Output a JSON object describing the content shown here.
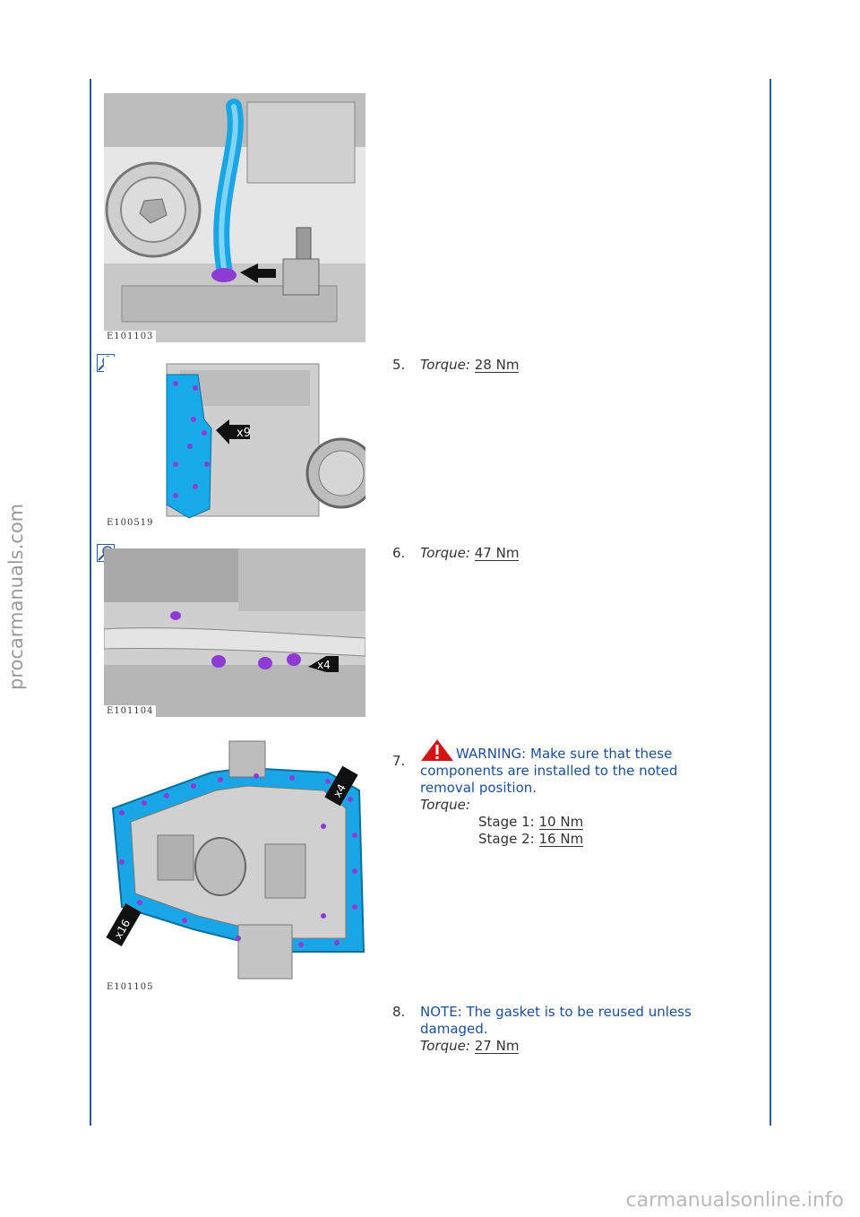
{
  "watermarks": {
    "side": "procarmanuals.com",
    "footer": "carmanualsonline.info"
  },
  "figures": [
    {
      "label": "E101103"
    },
    {
      "label": "E100519",
      "callout": "x9"
    },
    {
      "label": "E101104",
      "callout": "x4"
    },
    {
      "label": "E101105",
      "callouts": [
        "x4",
        "x16"
      ]
    }
  ],
  "icons": {
    "zoom": "zoom-in-icon",
    "warning": "warning-triangle-icon"
  },
  "colors": {
    "rule": "#2f5b9b",
    "note_text": "#1b4f9a",
    "warning_red": "#d41414"
  },
  "steps": [
    {
      "number": "5.",
      "torque_label": "Torque:",
      "torque_value": "28 Nm"
    },
    {
      "number": "6.",
      "torque_label": "Torque:",
      "torque_value": "47 Nm"
    },
    {
      "number": "7.",
      "warning": "WARNING: Make sure that these components are installed to the noted removal position.",
      "torque_label": "Torque:",
      "stages": [
        {
          "label": "Stage 1:",
          "value": "10 Nm"
        },
        {
          "label": "Stage 2:",
          "value": "16 Nm"
        }
      ]
    },
    {
      "number": "8.",
      "note": "NOTE: The gasket is to be reused unless damaged.",
      "torque_label": "Torque:",
      "torque_value": "27 Nm"
    }
  ]
}
